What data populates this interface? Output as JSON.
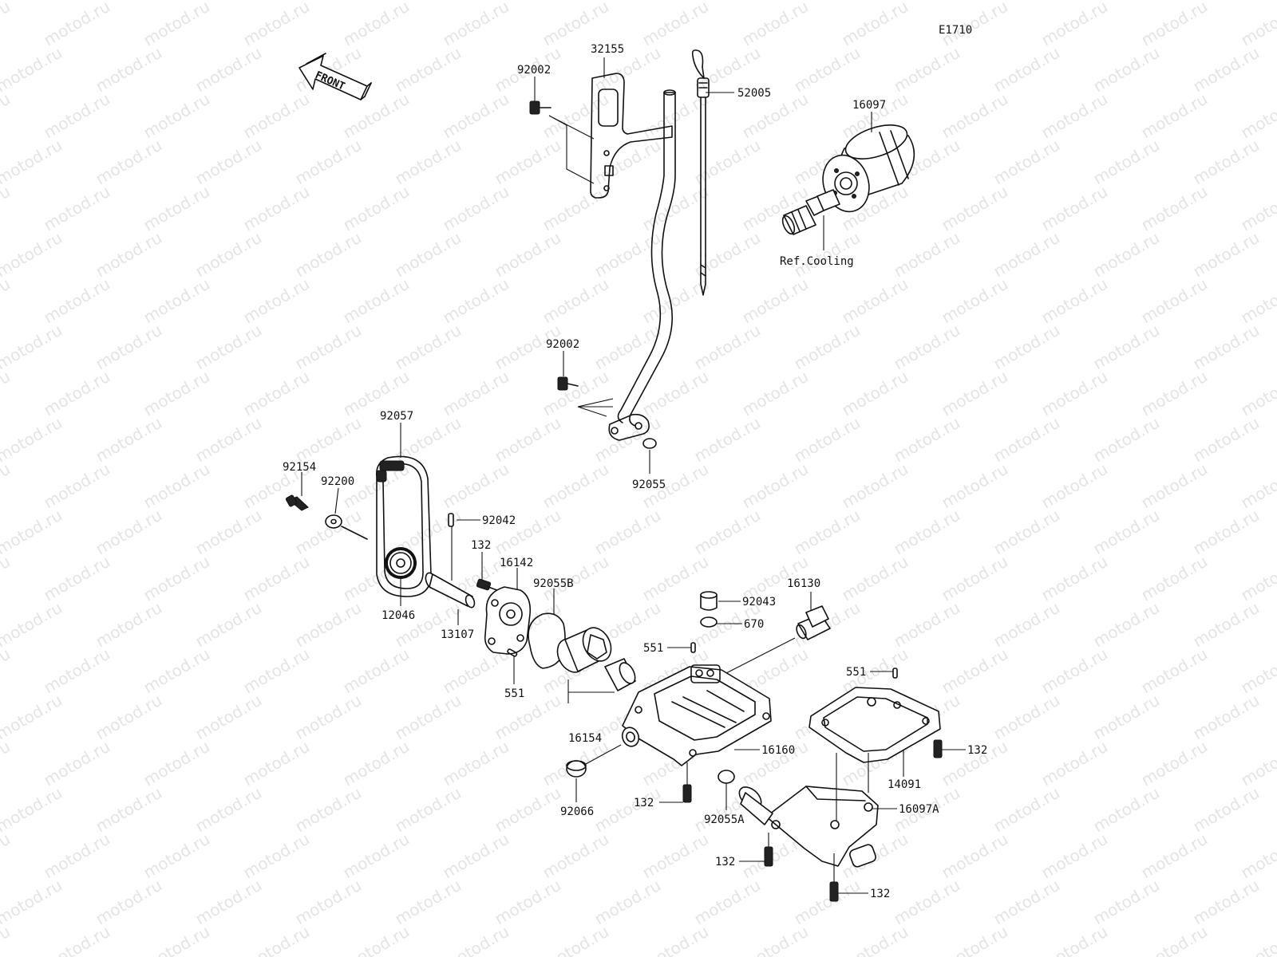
{
  "diagram_code": "E1710",
  "front_label": "FRONT",
  "ref_label": "Ref.Cooling",
  "watermark_text": "motod.ru",
  "part_labels": {
    "p32155": "32155",
    "p92002_top": "92002",
    "p52005": "52005",
    "p16097": "16097",
    "p92002_mid": "92002",
    "p92055": "92055",
    "p92057": "92057",
    "p92154": "92154",
    "p92200": "92200",
    "p92042": "92042",
    "p132_pump": "132",
    "p16142": "16142",
    "p92055B": "92055B",
    "p12046": "12046",
    "p13107": "13107",
    "p551_pump": "551",
    "p16154": "16154",
    "p92043": "92043",
    "p16130": "16130",
    "p670": "670",
    "p551_pan": "551",
    "p551_right": "551",
    "p16160": "16160",
    "p132_right": "132",
    "p14091": "14091",
    "p92066": "92066",
    "p132_pan": "132",
    "p92055A": "92055A",
    "p16097A": "16097A",
    "p132_bottom_left": "132",
    "p132_bottom": "132"
  },
  "colors": {
    "line": "#111111",
    "watermark": "#e4e4e4",
    "background": "#ffffff"
  }
}
